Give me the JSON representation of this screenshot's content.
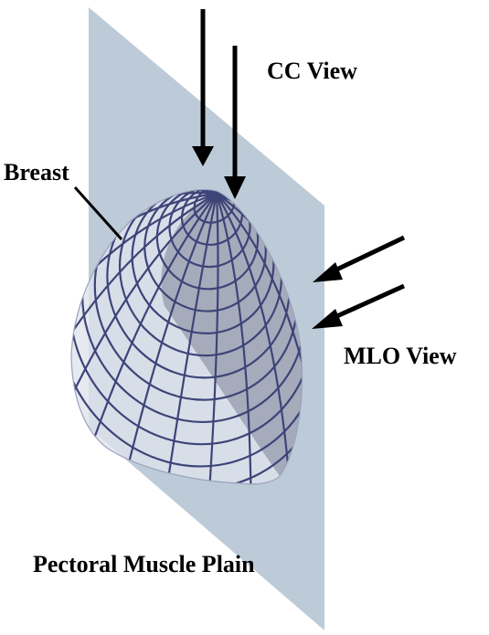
{
  "labels": {
    "cc_view": "CC View",
    "mlo_view": "MLO View",
    "breast": "Breast",
    "plane": "Pectoral Muscle Plain"
  },
  "colors": {
    "plane_fill": "#b9c8d6",
    "mesh_line": "#3c4478",
    "breast_fill": "#dfe3ec",
    "shadow_fill": "#7e8296",
    "arrow": "#000000"
  }
}
